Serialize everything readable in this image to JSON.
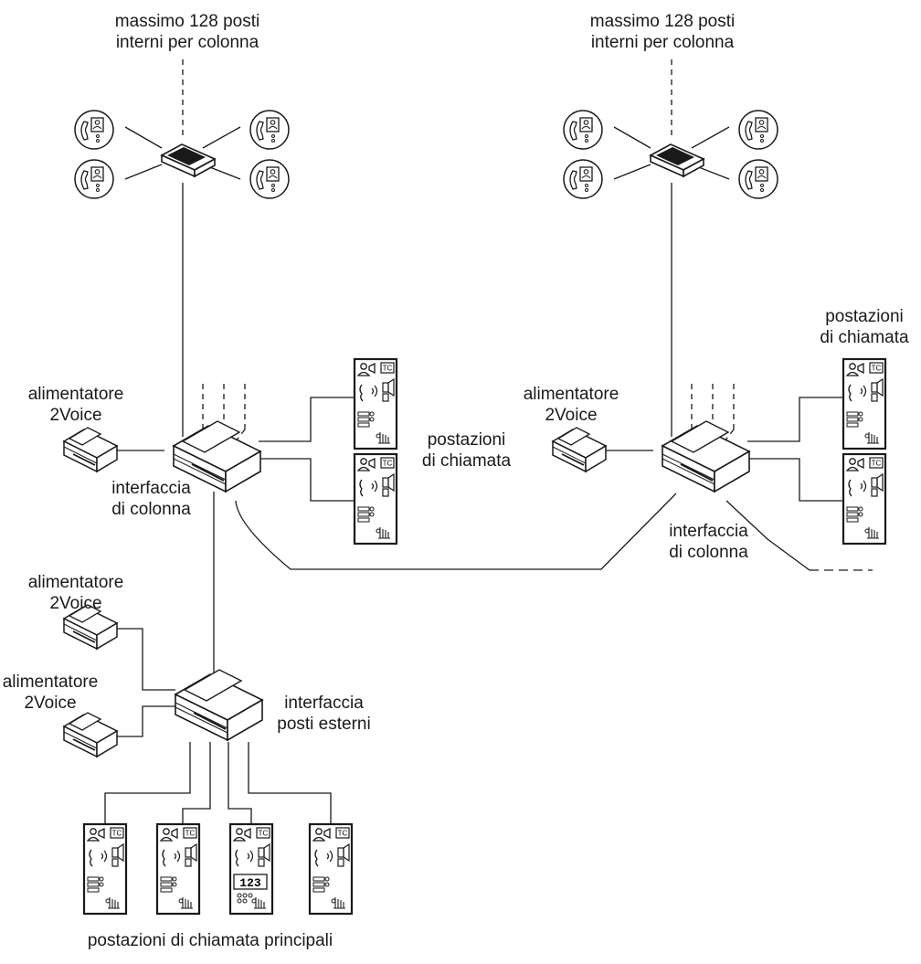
{
  "labels": {
    "column_left_capacity": [
      "massimo 128 posti",
      "interni per colonna"
    ],
    "column_right_capacity": [
      "massimo 128 posti",
      "interni per colonna"
    ],
    "psu_left_column": [
      "alimentatore",
      "2Voice"
    ],
    "psu_right_column": [
      "alimentatore",
      "2Voice"
    ],
    "psu_external_1": [
      "alimentatore",
      "2Voice"
    ],
    "psu_external_2": [
      "alimentatore",
      "2Voice"
    ],
    "column_interface_left": [
      "interfaccia",
      "di colonna"
    ],
    "column_interface_right": [
      "interfaccia",
      "di colonna"
    ],
    "call_stations_left": [
      "postazioni",
      "di chiamata"
    ],
    "call_stations_right": [
      "postazioni",
      "di chiamata"
    ],
    "external_interface": [
      "interfaccia",
      "posti esterni"
    ],
    "main_call_stations": "postazioni di chiamata principali"
  },
  "panel_badge": "TC",
  "keypad_display": "123",
  "colors": {
    "line": "#1a1a1a",
    "device_fill": "#ffffff",
    "background": "#ffffff"
  }
}
